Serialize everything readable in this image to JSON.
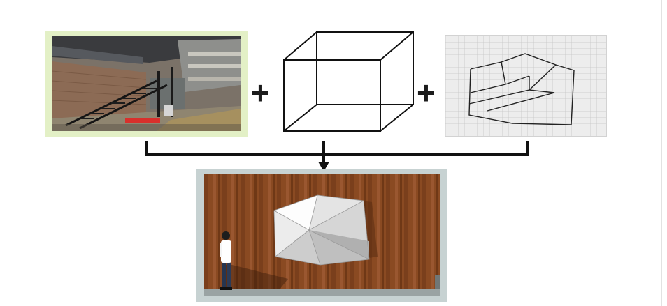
{
  "diagram": {
    "operators": {
      "plus_1": "+",
      "plus_2": "+"
    },
    "inputs": [
      {
        "kind": "photograph",
        "subject": "staircase-building"
      },
      {
        "kind": "wireframe",
        "subject": "cube"
      },
      {
        "kind": "sketch-on-grid-paper",
        "subject": "folded-form"
      }
    ],
    "output": {
      "kind": "3d-render",
      "subject": "faceted-wall-sculpture-with-person"
    },
    "colors": {
      "photo_border": "#e3f0c6",
      "render_border": "#c7d2d2",
      "wood": "#8a4a22",
      "line": "#111111"
    }
  }
}
